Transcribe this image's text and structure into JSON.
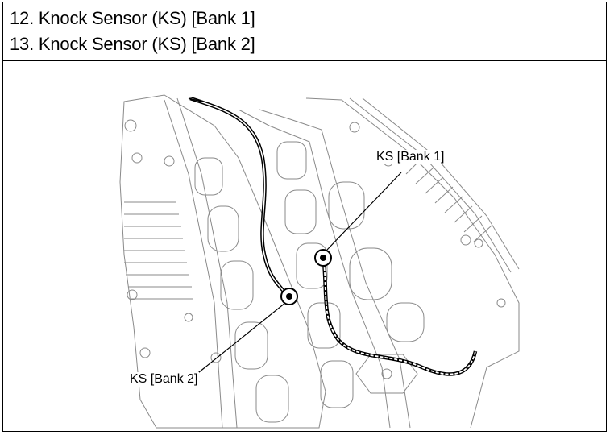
{
  "header": {
    "line1": "12. Knock Sensor (KS) [Bank 1]",
    "line2": "13. Knock Sensor (KS) [Bank 2]"
  },
  "figure": {
    "callouts": {
      "bank1": "KS [Bank 1]",
      "bank2": "KS [Bank 2]"
    }
  }
}
